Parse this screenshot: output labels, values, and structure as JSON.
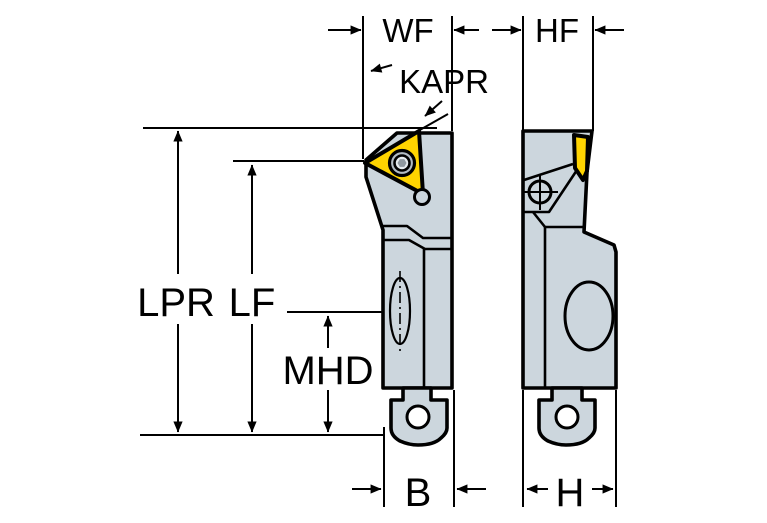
{
  "diagram": {
    "type": "technical-dimension-drawing",
    "subject": "turning-tool-cartridge-two-views",
    "views": [
      {
        "name": "front-view",
        "dimension_labels": [
          "WF",
          "KAPR",
          "LPR",
          "LF",
          "MHD",
          "B"
        ]
      },
      {
        "name": "side-view",
        "dimension_labels": [
          "HF",
          "H"
        ]
      }
    ],
    "labels": {
      "wf": "WF",
      "hf": "HF",
      "kapr": "KAPR",
      "lpr": "LPR",
      "lf": "LF",
      "mhd": "MHD",
      "b": "B",
      "h": "H"
    },
    "colors": {
      "background": "#ffffff",
      "line": "#000000",
      "body_fill": "#ccd6dd",
      "insert_fill": "#ffd400",
      "screw_outer": "#b3bcc3",
      "screw_inner": "#e6ebee",
      "screw_star": "#9099a0",
      "hole_fill": "#ffffff"
    }
  }
}
